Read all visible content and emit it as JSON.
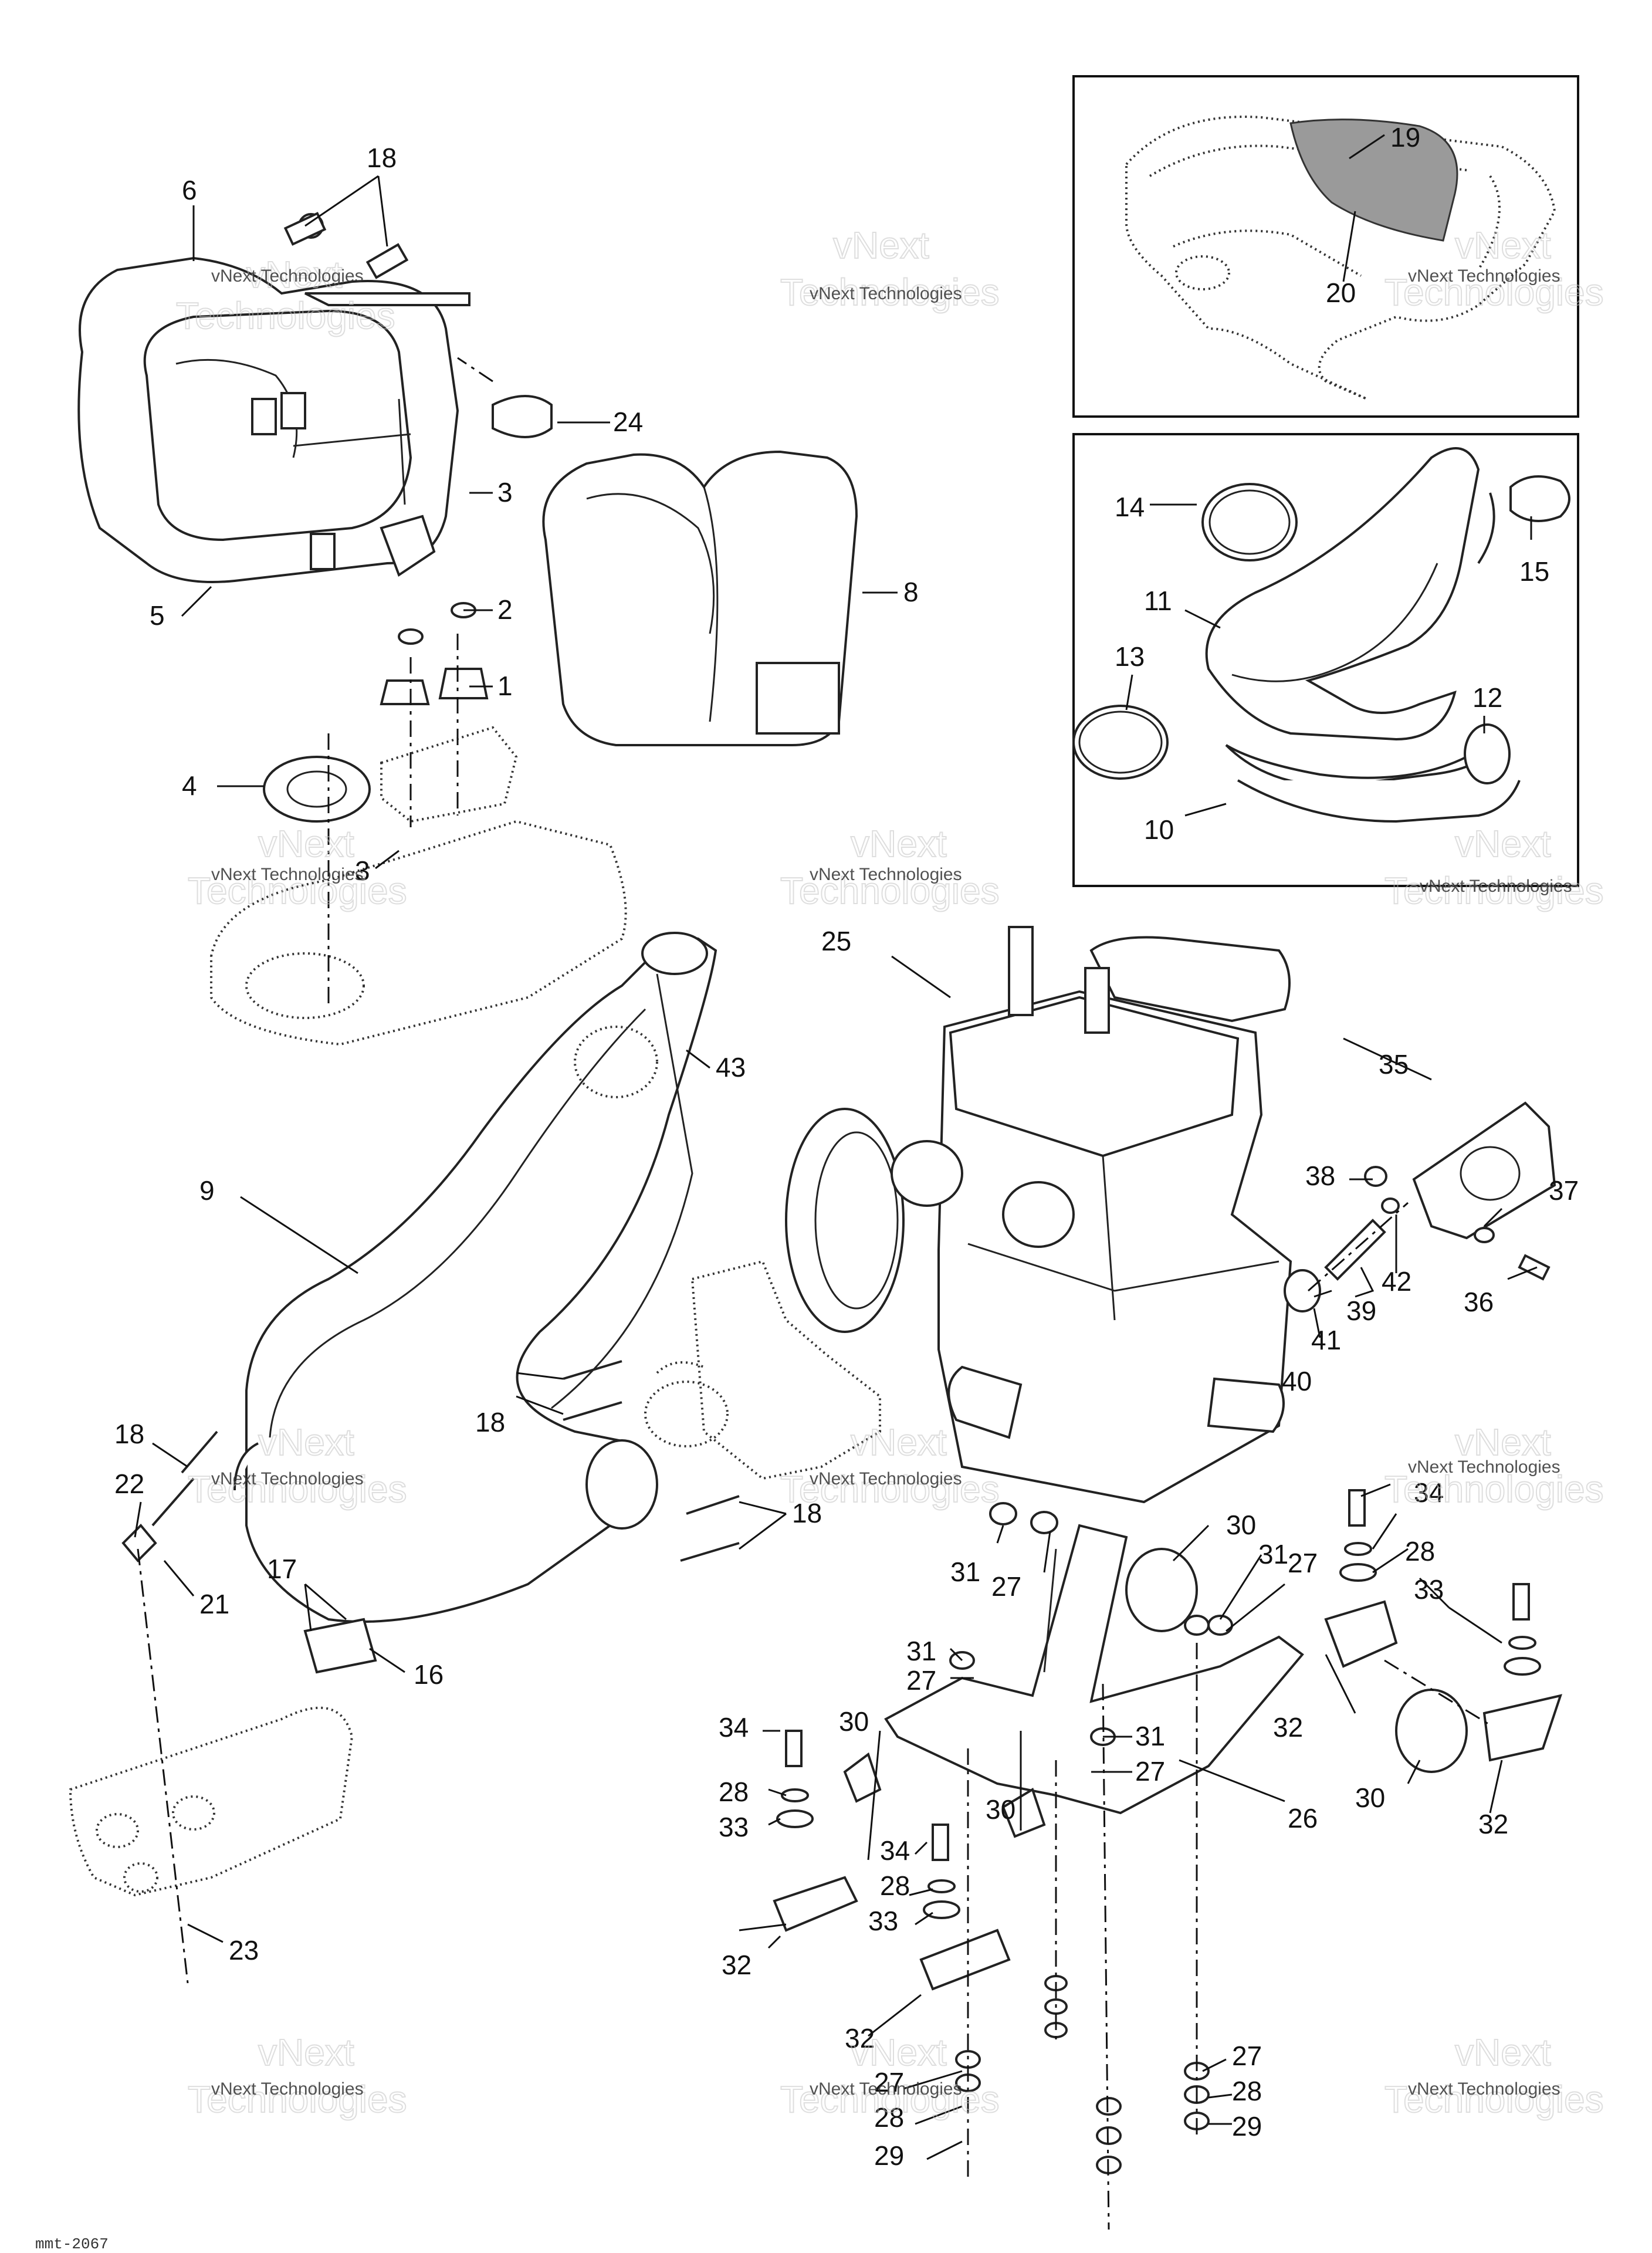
{
  "watermarks": [
    {
      "small": "vNext Technologies",
      "big_top": "vNext",
      "big_bottom": "Technologies"
    }
  ],
  "labels": {
    "l1": "1",
    "l2": "2",
    "l3a": "3",
    "l3b": "3",
    "l4": "4",
    "l5": "5",
    "l6": "6",
    "l8": "8",
    "l9": "9",
    "l10": "10",
    "l11": "11",
    "l12": "12",
    "l13": "13",
    "l14": "14",
    "l15": "15",
    "l16": "16",
    "l17": "17",
    "l18a": "18",
    "l18b": "18",
    "l18c": "18",
    "l18d": "18",
    "l19": "19",
    "l20": "20",
    "l21": "21",
    "l22": "22",
    "l23": "23",
    "l24": "24",
    "l25": "25",
    "l26": "26",
    "l27a": "27",
    "l27b": "27",
    "l27c": "27",
    "l27d": "27",
    "l27e": "27",
    "l27f": "27",
    "l28a": "28",
    "l28b": "28",
    "l28c": "28",
    "l28d": "28",
    "l28e": "28",
    "l29a": "29",
    "l29b": "29",
    "l30a": "30",
    "l30b": "30",
    "l30c": "30",
    "l30d": "30",
    "l31a": "31",
    "l31b": "31",
    "l31c": "31",
    "l31d": "31",
    "l32a": "32",
    "l32b": "32",
    "l32c": "32",
    "l32d": "32",
    "l33a": "33",
    "l33b": "33",
    "l33c": "33",
    "l34a": "34",
    "l34b": "34",
    "l34c": "34",
    "l35": "35",
    "l36": "36",
    "l37": "37",
    "l38": "38",
    "l39": "39",
    "l40": "40",
    "l41": "41",
    "l42": "42",
    "l43": "43"
  },
  "footer_code": "mmt-2067"
}
